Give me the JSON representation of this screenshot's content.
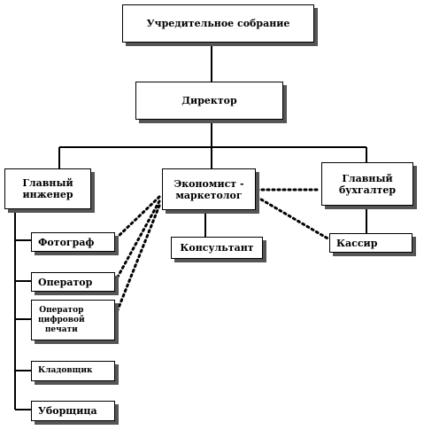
{
  "chart": {
    "founders": "Учредительное собрание",
    "director": "Директор",
    "chief_engineer": "Главный\nинженер",
    "economist": "Экономист -\nмаркетолог",
    "chief_accountant": "Главный\nбухгалтер",
    "photographer": "Фотограф",
    "operator": "Оператор",
    "digital_print_operator": "Оператор\nцифровой\nпечати",
    "storekeeper": "Кладовщик",
    "cleaner": "Уборщица",
    "consultant": "Консультант",
    "cashier": "Кассир"
  },
  "colors": {
    "line": "#000000",
    "shadow": "#555555",
    "box_fill": "#ffffff"
  }
}
